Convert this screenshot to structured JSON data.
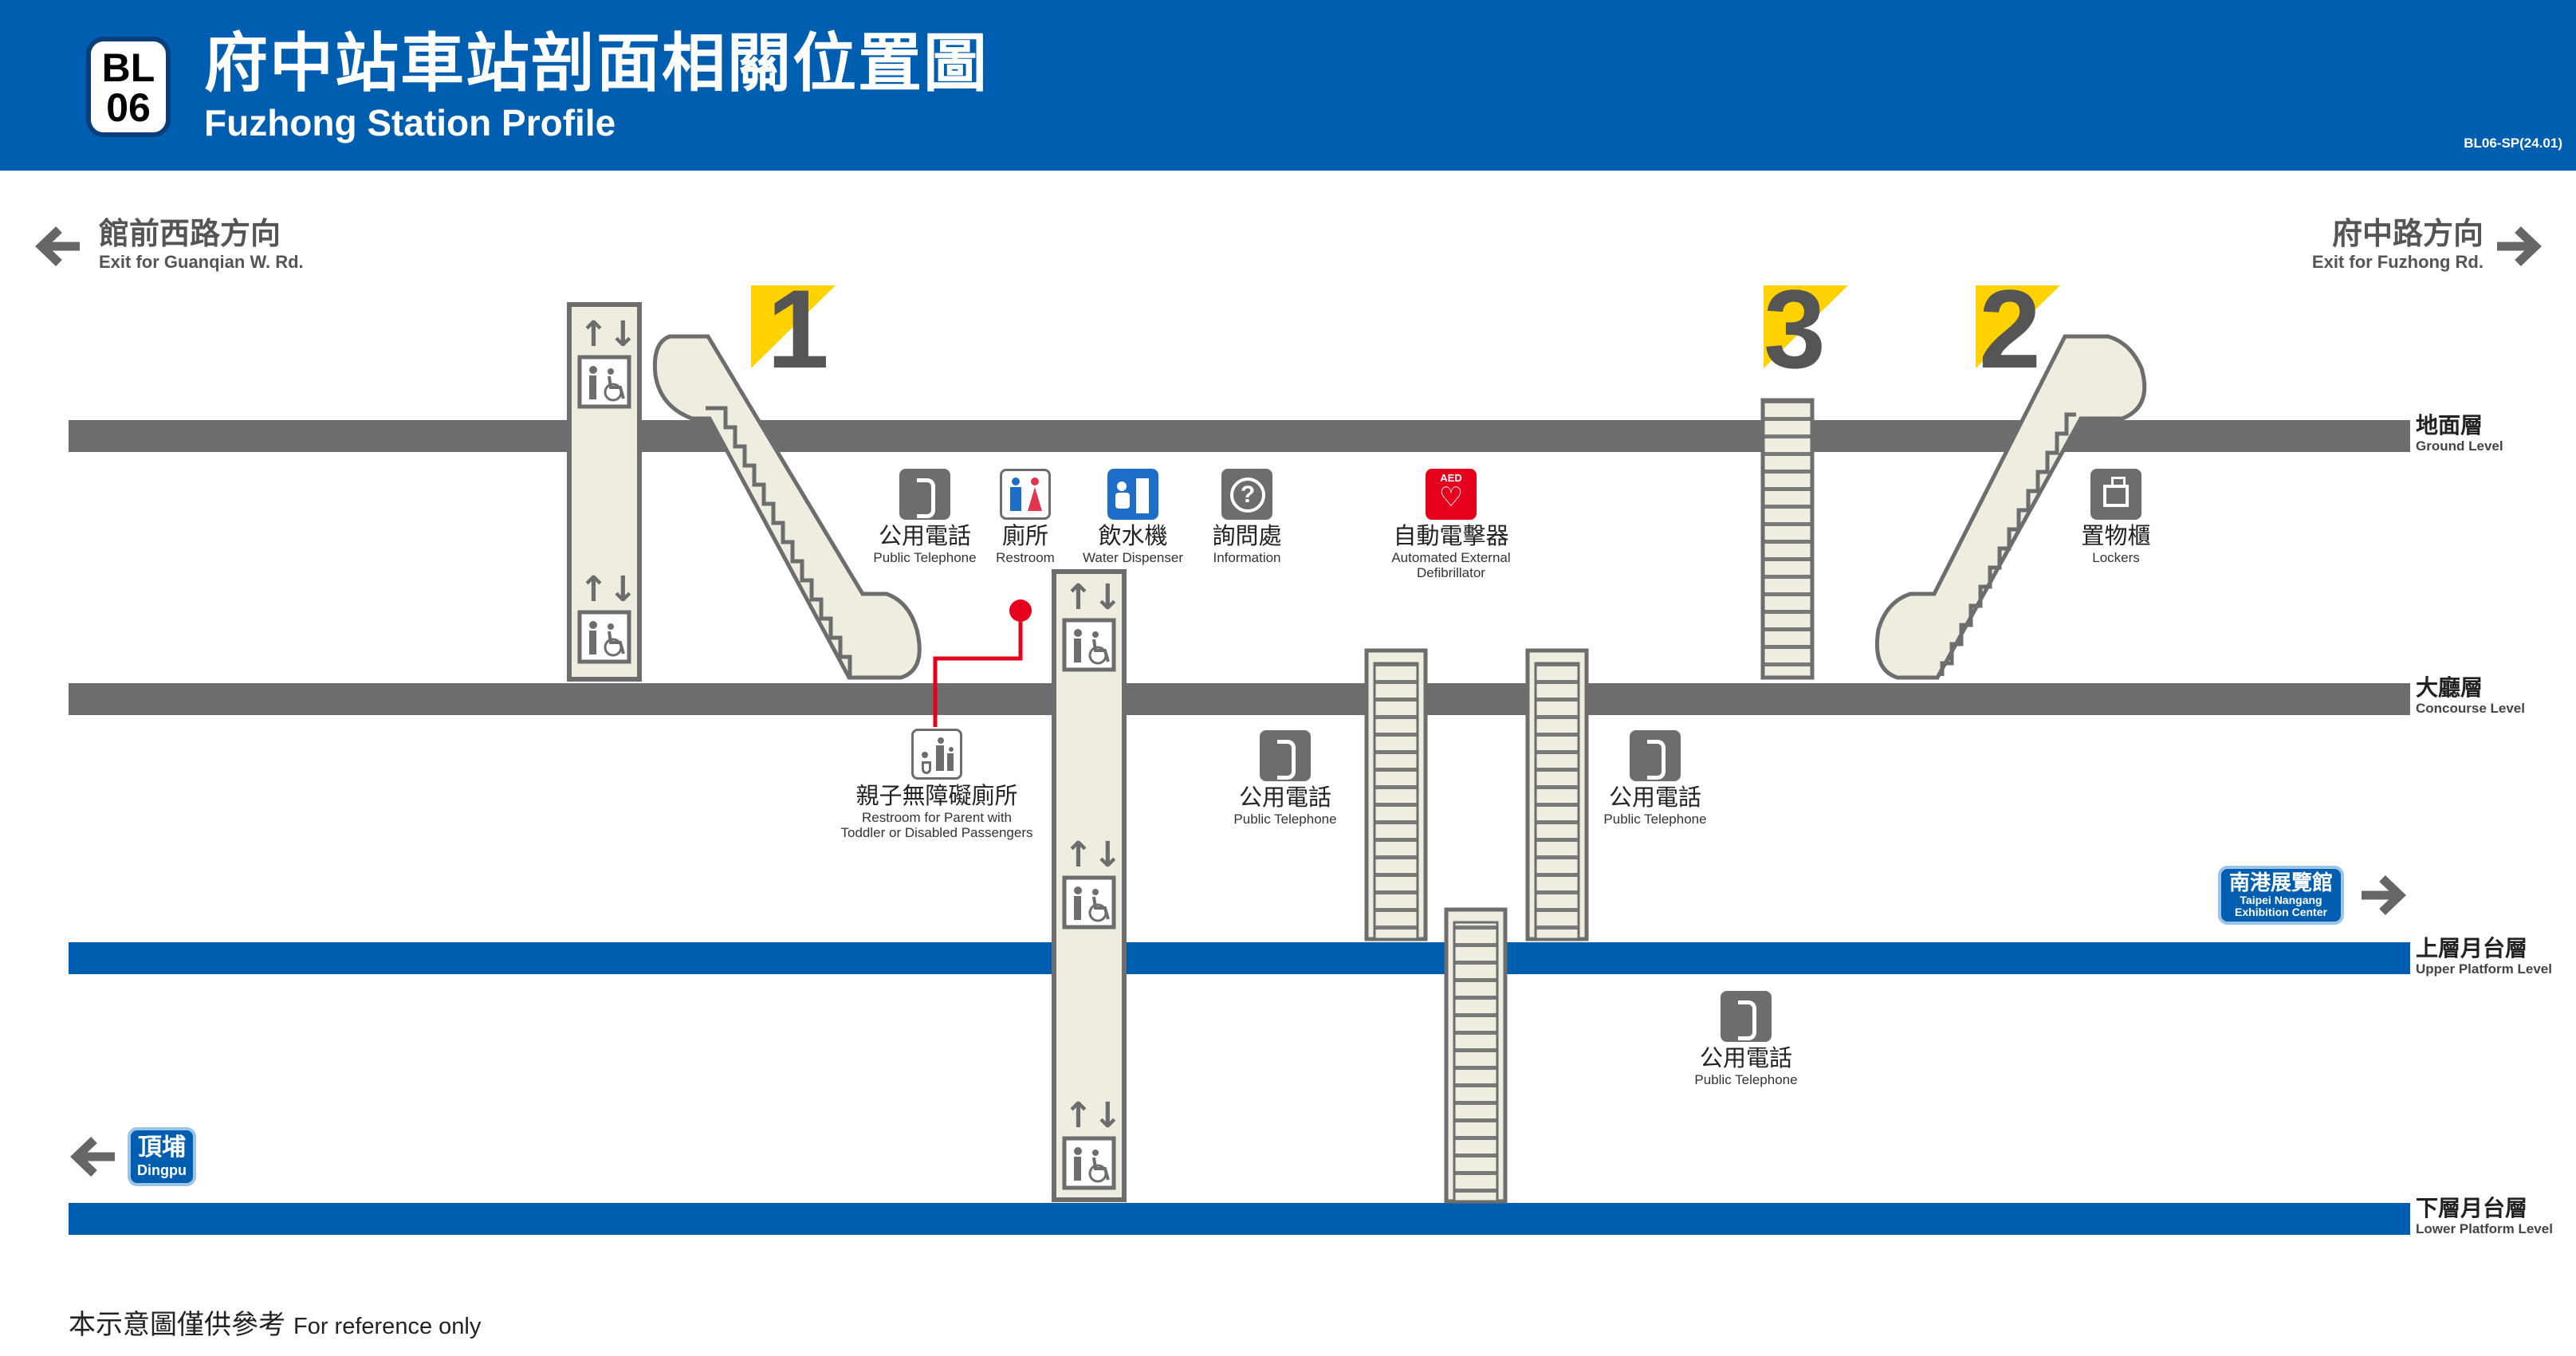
{
  "header": {
    "line_code": "BL",
    "station_number": "06",
    "title_zh": "府中站車站剖面相關位置圖",
    "title_en": "Fuzhong Station Profile",
    "doc_code": "BL06-SP(24.01)"
  },
  "directions": {
    "left": {
      "zh": "館前西路方向",
      "en": "Exit for Guanqian W. Rd."
    },
    "right": {
      "zh": "府中路方向",
      "en": "Exit for Fuzhong Rd."
    }
  },
  "exits": {
    "one": "1",
    "two": "2",
    "three": "3"
  },
  "levels": {
    "ground": {
      "zh": "地面層",
      "en": "Ground Level"
    },
    "concourse": {
      "zh": "大廳層",
      "en": "Concourse Level"
    },
    "upper_platform": {
      "zh": "上層月台層",
      "en": "Upper Platform Level"
    },
    "lower_platform": {
      "zh": "下層月台層",
      "en": "Lower Platform Level"
    }
  },
  "facilities": {
    "phone1": {
      "zh": "公用電話",
      "en": "Public Telephone",
      "icon": "telephone-icon"
    },
    "restroom": {
      "zh": "廁所",
      "en": "Restroom",
      "icon": "restroom-icon"
    },
    "water": {
      "zh": "飲水機",
      "en": "Water Dispenser",
      "icon": "water-dispenser-icon"
    },
    "info": {
      "zh": "詢問處",
      "en": "Information",
      "icon": "information-icon"
    },
    "aed": {
      "zh": "自動電擊器",
      "en1": "Automated External",
      "en2": "Defibrillator",
      "icon_text": "AED"
    },
    "lockers": {
      "zh": "置物櫃",
      "en": "Lockers",
      "icon": "locker-icon"
    },
    "family_restroom": {
      "zh": "親子無障礙廁所",
      "en1": "Restroom for Parent with",
      "en2": "Toddler or Disabled Passengers"
    },
    "phone2": {
      "zh": "公用電話",
      "en": "Public Telephone"
    },
    "phone3": {
      "zh": "公用電話",
      "en": "Public Telephone"
    },
    "phone4": {
      "zh": "公用電話",
      "en": "Public Telephone"
    }
  },
  "train_directions": {
    "nangang": {
      "zh": "南港展覽館",
      "en1": "Taipei Nangang",
      "en2": "Exhibition Center"
    },
    "dingpu": {
      "zh": "頂埔",
      "en": "Dingpu"
    }
  },
  "colors": {
    "header": "#005eb0",
    "street_level": "#6d6d6d",
    "platform_level": "#005eb0",
    "exit_marker": "#ffd200",
    "aed_red": "#e5001d",
    "route_red": "#e5001d"
  },
  "footer": {
    "zh": "本示意圖僅供參考",
    "en": "For reference only"
  }
}
